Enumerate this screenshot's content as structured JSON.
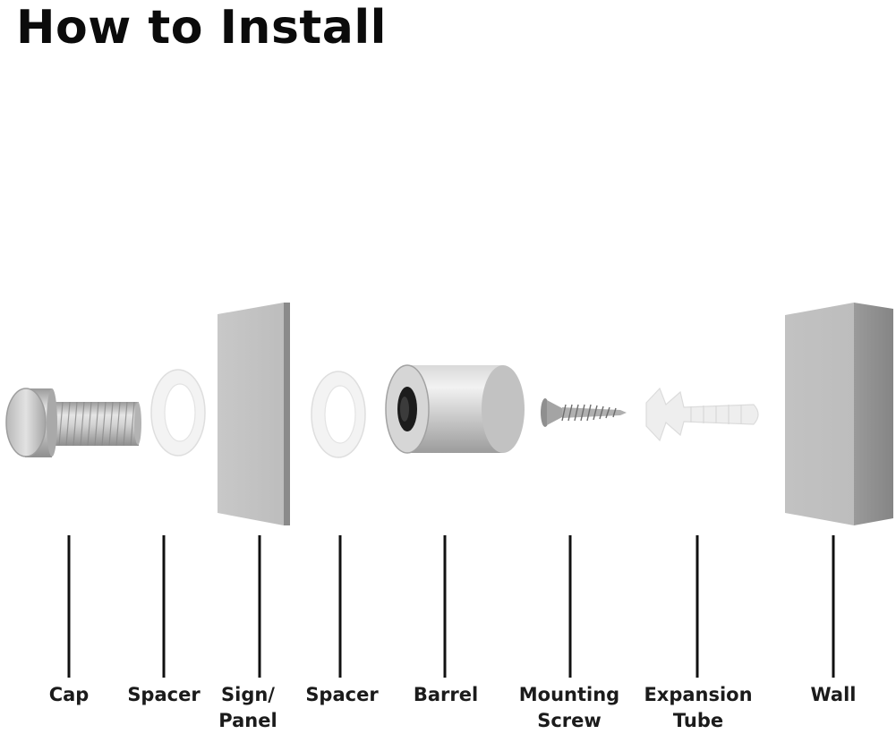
{
  "title": "How to Install",
  "components": [
    {
      "id": "cap",
      "label": "Cap"
    },
    {
      "id": "spacer-1",
      "label": "Spacer"
    },
    {
      "id": "sign-panel",
      "label": "Sign/\nPanel"
    },
    {
      "id": "spacer-2",
      "label": "Spacer"
    },
    {
      "id": "barrel",
      "label": "Barrel"
    },
    {
      "id": "mounting-screw",
      "label": "Mounting\nScrew"
    },
    {
      "id": "expansion-tube",
      "label": "Expansion\nTube"
    },
    {
      "id": "wall",
      "label": "Wall"
    }
  ],
  "colors": {
    "text": "#0b0b0b",
    "metal_light": "#e8e8e8",
    "metal_dark": "#8d8d8d",
    "panel_face": "#c4c4c4",
    "panel_edge": "#8a8a8a",
    "spacer": "#f4f4f4",
    "plastic": "#ececec"
  }
}
